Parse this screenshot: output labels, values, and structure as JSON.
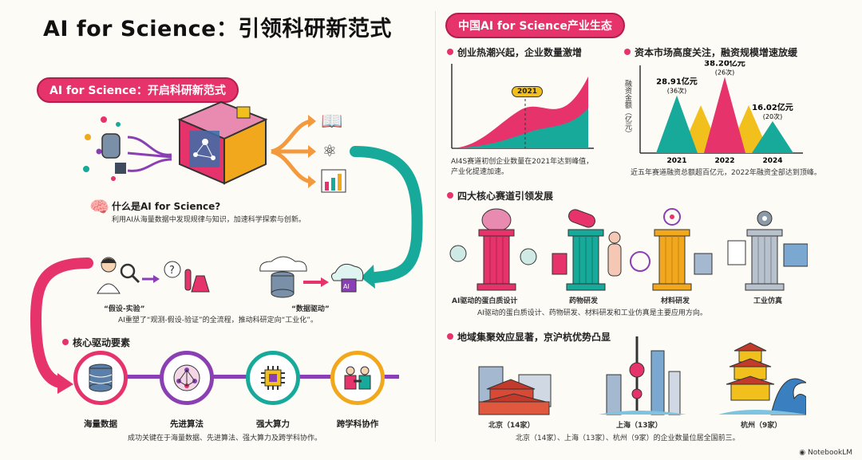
{
  "title": "AI for Science：引领科研新范式",
  "left": {
    "pill": "AI for Science：开启科研新范式",
    "what": {
      "heading": "什么是AI for Science?",
      "desc": "利用AI从海量数据中发现规律与知识，加速科学探索与创新。"
    },
    "paradigm": {
      "left_label": "“假设-实验”",
      "right_label": "“数据驱动”",
      "desc": "AI重塑了“观测-假设-验证”的全流程，推动科研定向“工业化”。"
    },
    "drivers": {
      "heading": "核心驱动要素",
      "items": [
        {
          "label": "海量数据",
          "color": "#e6336b",
          "icon": "database-icon"
        },
        {
          "label": "先进算法",
          "color": "#8a3fb4",
          "icon": "network-icon"
        },
        {
          "label": "强大算力",
          "color": "#17a999",
          "icon": "chip-icon"
        },
        {
          "label": "跨学科协作",
          "color": "#f2a81d",
          "icon": "handshake-icon"
        }
      ],
      "desc": "成功关键在于海量数据、先进算法、强大算力及跨学科协作。"
    }
  },
  "right": {
    "pill": "中国AI for Science产业生态",
    "startup": {
      "heading": "创业热潮兴起，企业数量激增",
      "marker": "2021",
      "desc_line1": "AI4S赛道初创企业数量在2021年达到峰值，",
      "desc_line2": "产业化提速加速。"
    },
    "capital": {
      "heading": "资本市场高度关注，融资规模增速放缓",
      "ylabel": "融资金额（亿元）",
      "desc": "近五年赛道融资总额超百亿元，2022年融资全部达到顶峰。"
    },
    "tracks": {
      "heading": "四大核心赛道引领发展",
      "items": [
        {
          "label": "AI驱动的蛋白质设计",
          "color": "#e6336b",
          "icon": "brain-icon"
        },
        {
          "label": "药物研发",
          "color": "#17a999",
          "icon": "pill-icon"
        },
        {
          "label": "材料研发",
          "color": "#f2a81d",
          "icon": "atom-icon"
        },
        {
          "label": "工业仿真",
          "color": "#8c9aa8",
          "icon": "gear-icon"
        }
      ],
      "desc": "AI驱动的蛋白质设计、药物研发、材料研发和工业仿真是主要应用方向。"
    },
    "regions": {
      "heading": "地域集聚效应显著，京沪杭优势凸显",
      "items": [
        {
          "label": "北京（14家）",
          "icon": "gate-icon"
        },
        {
          "label": "上海（13家）",
          "icon": "tower-icon"
        },
        {
          "label": "杭州（9家）",
          "icon": "pagoda-icon"
        }
      ],
      "desc": "北京（14家）、上海（13家）、杭州（9家）的企业数量位居全国前三。"
    }
  },
  "chart_data": {
    "type": "area",
    "title": "资本市场高度关注，融资规模增速放缓",
    "ylabel": "融资金额（亿元）",
    "categories": [
      "2021",
      "2022",
      "2024"
    ],
    "series": [
      {
        "values": [
          28.91,
          38.2,
          16.02
        ]
      }
    ],
    "value_labels": [
      "28.91亿元",
      "38.20亿元",
      "16.02亿元"
    ],
    "count_labels": [
      "(36次)",
      "(26次)",
      "(20次)"
    ],
    "colors": [
      "#17a999",
      "#f2c01d",
      "#e6336b",
      "#f2c01d",
      "#17a999"
    ]
  },
  "watermark": "NotebookLM"
}
